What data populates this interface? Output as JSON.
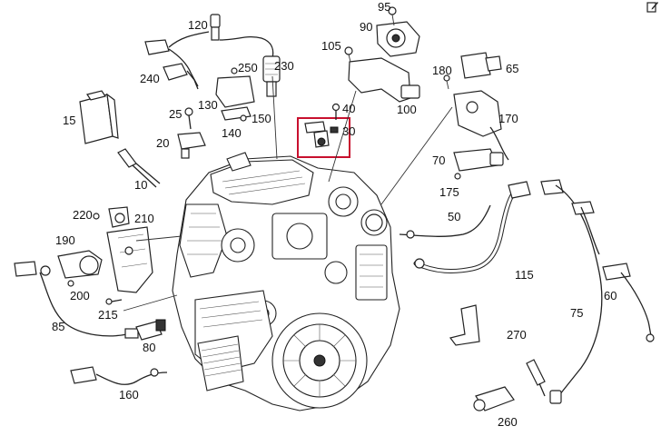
{
  "diagram": {
    "highlight_color": "#c8102e",
    "highlighted_part": "30",
    "callouts": [
      "95",
      "90",
      "120",
      "105",
      "240",
      "250",
      "230",
      "180",
      "65",
      "15",
      "25",
      "130",
      "150",
      "100",
      "40",
      "30",
      "140",
      "170",
      "20",
      "70",
      "175",
      "10",
      "220",
      "210",
      "50",
      "190",
      "115",
      "60",
      "200",
      "75",
      "215",
      "85",
      "270",
      "80",
      "160",
      "260"
    ]
  },
  "toolbar": {
    "edit_icon": "edit-icon"
  }
}
